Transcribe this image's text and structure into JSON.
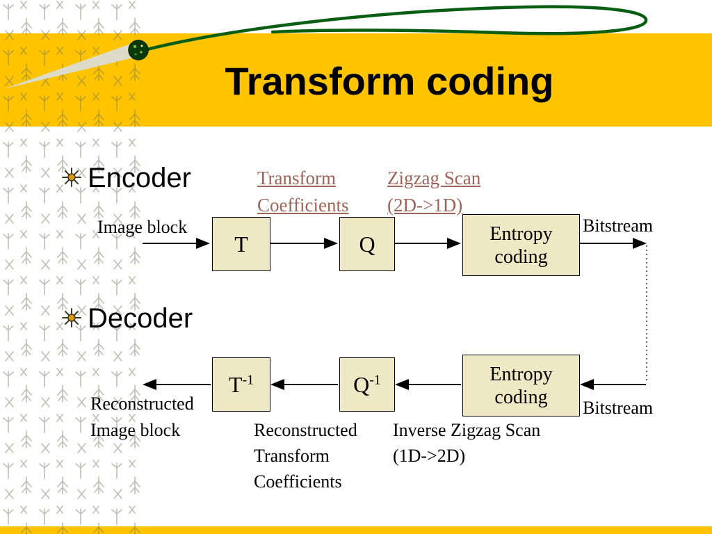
{
  "slide": {
    "title": "Transform coding",
    "colors": {
      "banner": "#FFC400",
      "box_fill": "#EFE8C4",
      "accent": "#9E6459",
      "swoosh": "#0A5E14"
    },
    "encoder": {
      "heading": "Encoder",
      "transform_coeff_label": {
        "line1": "Transform",
        "line2": "Coefficients"
      },
      "zigzag_label": {
        "line1": "Zigzag Scan",
        "line2": "(2D->1D)"
      },
      "input_label": "Image block",
      "output_label": "Bitstream",
      "block_t": "T",
      "block_q": "Q",
      "block_entropy": {
        "line1": "Entropy",
        "line2": "coding"
      }
    },
    "decoder": {
      "heading": "Decoder",
      "input_label": "Bitstream",
      "output_label": {
        "line1": "Reconstructed",
        "line2": "Image block"
      },
      "block_t": {
        "base": "T",
        "sup": "-1"
      },
      "block_q": {
        "base": "Q",
        "sup": "-1"
      },
      "block_entropy": {
        "line1": "Entropy",
        "line2": "coding"
      },
      "recon_coeff_label": {
        "line1": "Reconstructed",
        "line2": "Transform",
        "line3": "Coefficients"
      },
      "inverse_zigzag_label": {
        "line1": "Inverse Zigzag Scan",
        "line2": "(1D->2D)"
      }
    }
  }
}
